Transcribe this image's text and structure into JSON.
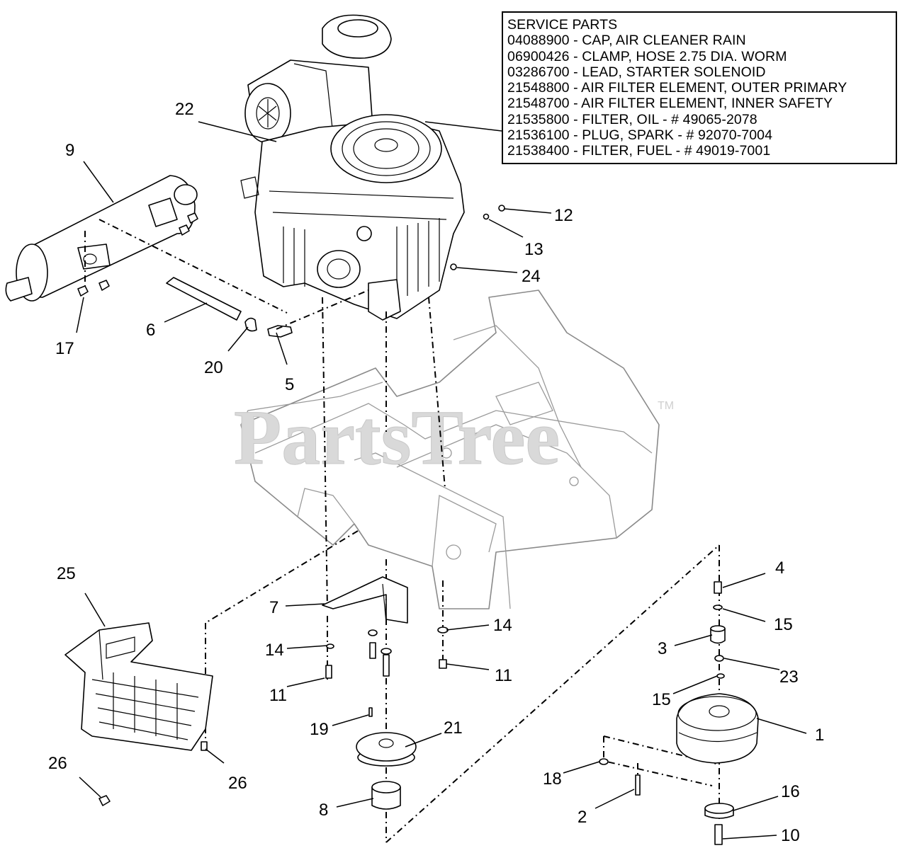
{
  "service_parts": {
    "title": "SERVICE PARTS",
    "items": [
      "04088900 - CAP, AIR CLEANER RAIN",
      "06900426 - CLAMP, HOSE 2.75 DIA. WORM",
      "03286700 - LEAD, STARTER SOLENOID",
      "21548800 - AIR FILTER ELEMENT, OUTER PRIMARY",
      "21548700 - AIR FILTER ELEMENT, INNER SAFETY",
      "21535800 - FILTER, OIL - # 49065-2078",
      "21536100 - PLUG, SPARK - # 92070-7004",
      "21538400 - FILTER, FUEL - # 49019-7001"
    ]
  },
  "watermark": {
    "text": "PartsTree",
    "trademark": "TM"
  },
  "callouts": {
    "c22": "22",
    "c9": "9",
    "c12": "12",
    "c13": "13",
    "c24": "24",
    "c17": "17",
    "c6": "6",
    "c20": "20",
    "c5": "5",
    "c25": "25",
    "c7": "7",
    "c14a": "14",
    "c14b": "14",
    "c11a": "11",
    "c11b": "11",
    "c19": "19",
    "c21": "21",
    "c26a": "26",
    "c26b": "26",
    "c8": "8",
    "c4": "4",
    "c15a": "15",
    "c3": "3",
    "c23": "23",
    "c15b": "15",
    "c1": "1",
    "c18": "18",
    "c16": "16",
    "c2": "2",
    "c10": "10"
  }
}
